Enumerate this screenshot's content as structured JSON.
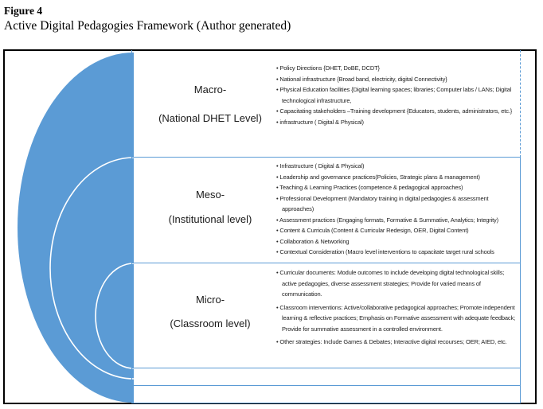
{
  "figure": {
    "label": "Figure 4",
    "caption": "Active Digital Pedagogies Framework (Author generated)"
  },
  "colors": {
    "circle_fill": "#5b9bd5",
    "box_border": "#5b9bd5",
    "arc_stroke": "#ffffff"
  },
  "diagram": {
    "levels": [
      {
        "name": "Macro-",
        "sublabel": "(National DHET Level)",
        "bullets": [
          "Policy Directions {DHET, DoBE, DCDT}",
          "National infrastructure {Broad band, electricity, digital Connectivity}",
          "Physical Education facilities {Digital learning spaces; libraries; Computer labs / LANs; Digital technological infrastructure,",
          "Capacitating stakeholders –Training development {Educators, students, administrators, etc.}",
          "infrastructure ( Digital & Physical)"
        ]
      },
      {
        "name": "Meso-",
        "sublabel": "(Institutional level)",
        "bullets": [
          "Infrastructure ( Digital & Physical)",
          "Leadership and governance practices(Policies, Strategic plans & management)",
          "Teaching & Learning Practices (competence & pedagogical approaches)",
          "Professional Development (Mandatory training in digital pedagogies & assessment approaches)",
          "Assessment practices (Engaging formats, Formative & Summative, Analytics; Integrity)",
          "Content & Curricula (Content & Curricular Redesign, OER, Digital Content)",
          "Collaboration & Networking",
          "Contextual Consideration (Macro level interventions to capacitate target rural schools"
        ]
      },
      {
        "name": "Micro-",
        "sublabel": "(Classroom level)",
        "bullets": [
          "Curricular documents: Module outcomes to include developing digital technological skills; active pedagogies, diverse assessment strategies; Provide for varied means of communication.",
          "Classroom interventions: Active/collaborative pedagogical approaches; Promote independent learning & reflective practices; Emphasis on Formative assessment with adequate feedback; Provide for summative assessment in a controlled environment.",
          "Other strategies: Include Games & Debates; Interactive digital recourses; OER; AIED, etc."
        ]
      }
    ]
  }
}
